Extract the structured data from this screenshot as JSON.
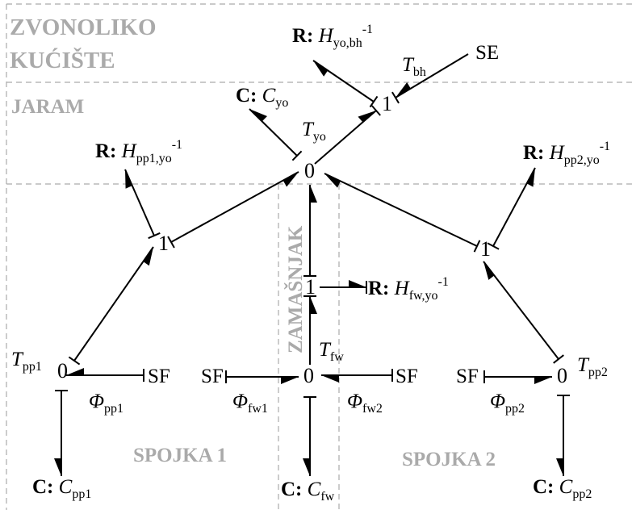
{
  "regions": {
    "housing_line1": "ZVONOLIKO",
    "housing_line2": "KUĆIŠTE",
    "yoke": "JARAM",
    "flywheel": "ZAMAŠNJAK",
    "clutch1": "SPOJKA 1",
    "clutch2": "SPOJKA 2"
  },
  "nodes": {
    "j1_top": "1",
    "j0_center": "0",
    "j1_left": "1",
    "j1_right": "1",
    "j1_mid": "1",
    "j0_pp1": "0",
    "j0_fw": "0",
    "j0_pp2": "0"
  },
  "elements": {
    "r_bh": {
      "prefix": "R:",
      "sym": "H",
      "sub": "yo,bh",
      "sup": "-1"
    },
    "se": {
      "text": "SE"
    },
    "t_bh": {
      "sym": "T",
      "sub": "bh"
    },
    "c_yo": {
      "prefix": "C:",
      "sym": "C",
      "sub": "yo"
    },
    "t_yo": {
      "sym": "T",
      "sub": "yo"
    },
    "r_pp1": {
      "prefix": "R:",
      "sym": "H",
      "sub": "pp1,yo",
      "sup": "-1"
    },
    "r_pp2": {
      "prefix": "R:",
      "sym": "H",
      "sub": "pp2,yo",
      "sup": "-1"
    },
    "r_fw": {
      "prefix": "R:",
      "sym": "H",
      "sub": "fw,yo",
      "sup": "-1"
    },
    "t_pp1": {
      "sym": "T",
      "sub": "pp1"
    },
    "t_fw": {
      "sym": "T",
      "sub": "fw"
    },
    "t_pp2": {
      "sym": "T",
      "sub": "pp2"
    },
    "sf_1": {
      "text": "SF"
    },
    "sf_2": {
      "text": "SF"
    },
    "sf_3": {
      "text": "SF"
    },
    "sf_4": {
      "text": "SF"
    },
    "phi_pp1": {
      "sym": "Φ",
      "sub": "pp1"
    },
    "phi_fw1": {
      "sym": "Φ",
      "sub": "fw1"
    },
    "phi_fw2": {
      "sym": "Φ",
      "sub": "fw2"
    },
    "phi_pp2": {
      "sym": "Φ",
      "sub": "pp2"
    },
    "c_pp1": {
      "prefix": "C:",
      "sym": "C",
      "sub": "pp1"
    },
    "c_fw": {
      "prefix": "C:",
      "sym": "C",
      "sub": "fw"
    },
    "c_pp2": {
      "prefix": "C:",
      "sym": "C",
      "sub": "pp2"
    }
  }
}
